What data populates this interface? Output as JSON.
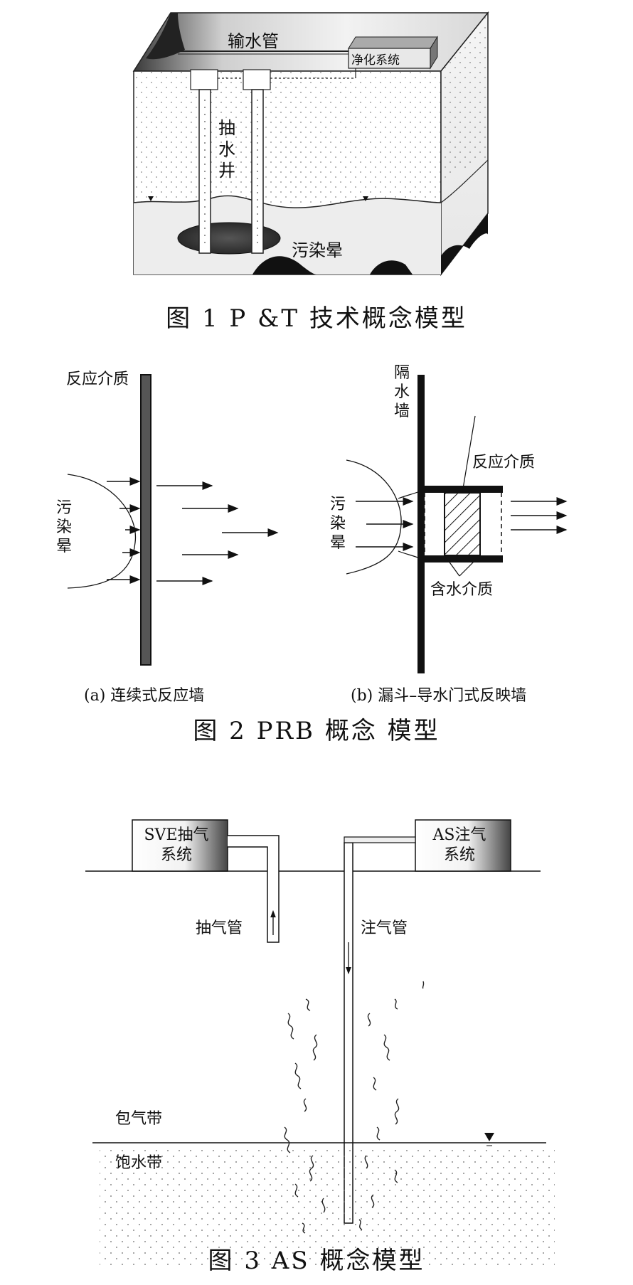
{
  "figure1": {
    "caption": "图 1   P &T 技术概念模型",
    "labels": {
      "pipe": "输水管",
      "treatment": "净化系统",
      "well": "抽水井",
      "plume": "污染晕"
    }
  },
  "figure2": {
    "caption": "图 2  PRB 概念 模型",
    "panel_a": {
      "medium": "反应介质",
      "plume": "污染晕",
      "sublabel": "(a) 连续式反应墙"
    },
    "panel_b": {
      "barrier": "隔水墙",
      "medium": "反应介质",
      "plume": "污染晕",
      "aquifer": "含水介质",
      "sublabel": "(b) 漏斗–导水门式反映墙"
    }
  },
  "figure3": {
    "caption": "图 3   AS 概念模型",
    "labels": {
      "sve_line1": "SVE抽气",
      "sve_line2": "系统",
      "as_line1": "AS注气",
      "as_line2": "系统",
      "extract_pipe": "抽气管",
      "inject_pipe": "注气管",
      "vadose": "包气带",
      "saturated": "饱水带"
    }
  }
}
